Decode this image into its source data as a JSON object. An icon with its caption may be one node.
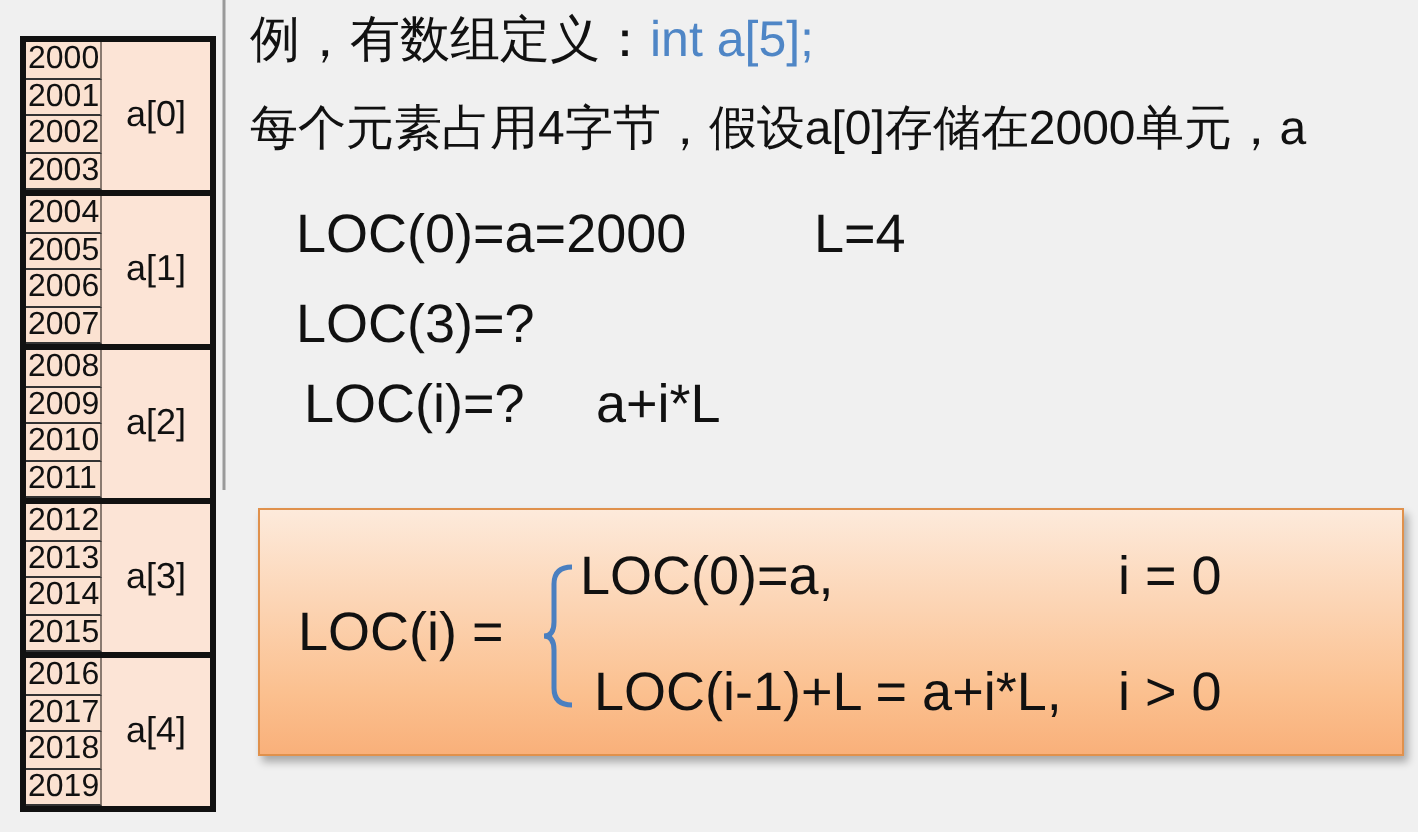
{
  "diagram": {
    "nodes": [
      {
        "text": [
          "a[0]"
        ]
      },
      {
        "text": [
          "2000"
        ],
        "in": 0
      },
      {
        "text": [
          "2001"
        ],
        "in": 0
      },
      {
        "text": [
          "2002"
        ],
        "in": 0
      },
      {
        "text": [
          "2003"
        ],
        "in": 0
      },
      {
        "text": [
          "a[1]"
        ]
      },
      {
        "text": [
          "2004"
        ],
        "in": 5
      },
      {
        "text": [
          "2005"
        ],
        "in": 5
      },
      {
        "text": [
          "2006"
        ],
        "in": 5
      },
      {
        "text": [
          "2007"
        ],
        "in": 5
      },
      {
        "text": [
          "a[2]"
        ]
      },
      {
        "text": [
          "2008"
        ],
        "in": 10
      },
      {
        "text": [
          "2009"
        ],
        "in": 10
      },
      {
        "text": [
          "2010"
        ],
        "in": 10
      },
      {
        "text": [
          "2011"
        ],
        "in": 10
      },
      {
        "text": [
          "a[3]"
        ]
      },
      {
        "text": [
          "2012"
        ],
        "in": 15
      },
      {
        "text": [
          "2013"
        ],
        "in": 15
      },
      {
        "text": [
          "2014"
        ],
        "in": 15
      },
      {
        "text": [
          "2015"
        ],
        "in": 15
      },
      {
        "text": [
          "a[4]"
        ]
      },
      {
        "text": [
          "2016"
        ],
        "in": 20
      },
      {
        "text": [
          "2017"
        ],
        "in": 20
      },
      {
        "text": [
          "2018"
        ],
        "in": 20
      },
      {
        "text": [
          "2019"
        ],
        "in": 20
      },
      {
        "text": [
          "LOC(i) =",
          "LOC(0)=a,",
          "i = 0",
          "LOC(i-1)+L = a+i*L,",
          "i > 0"
        ]
      }
    ],
    "labels": [
      "例，有数组定义：",
      "int a[5];",
      "每个元素占用4字节，假设a[0]存储在2000单元，a",
      "LOC(0)=a=2000",
      "L=4",
      "LOC(3)=?",
      "LOC(i)=?",
      "a+i*L"
    ]
  }
}
